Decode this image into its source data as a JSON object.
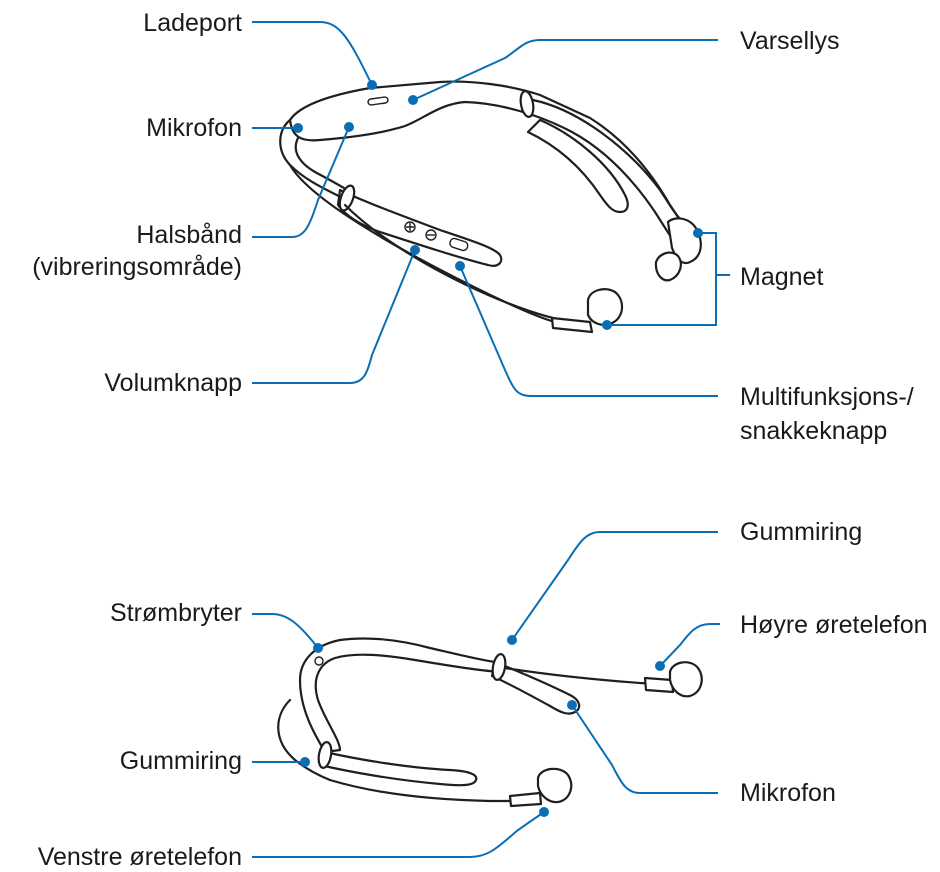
{
  "colors": {
    "callout": "#0a6eb4",
    "outline": "#1f1f1f"
  },
  "labels": {
    "ladeport": "Ladeport",
    "mikrofon_top": "Mikrofon",
    "halsband_1": "Halsbånd",
    "halsband_2": "(vibreringsområde)",
    "volumknapp": "Volumknapp",
    "varsellys": "Varsellys",
    "magnet": "Magnet",
    "multifunksjon_1": "Multifunksjons-/",
    "multifunksjon_2": "snakkeknapp",
    "gummiring_top": "Gummiring",
    "strombryter": "Strømbryter",
    "hoyre_oretelefon": "Høyre øretelefon",
    "gummiring_left": "Gummiring",
    "mikrofon_bottom": "Mikrofon",
    "venstre_oretelefon": "Venstre øretelefon"
  },
  "icons": [
    "headset-top-view-illustration",
    "headset-front-view-illustration",
    "volume-plus-icon",
    "volume-minus-icon"
  ]
}
